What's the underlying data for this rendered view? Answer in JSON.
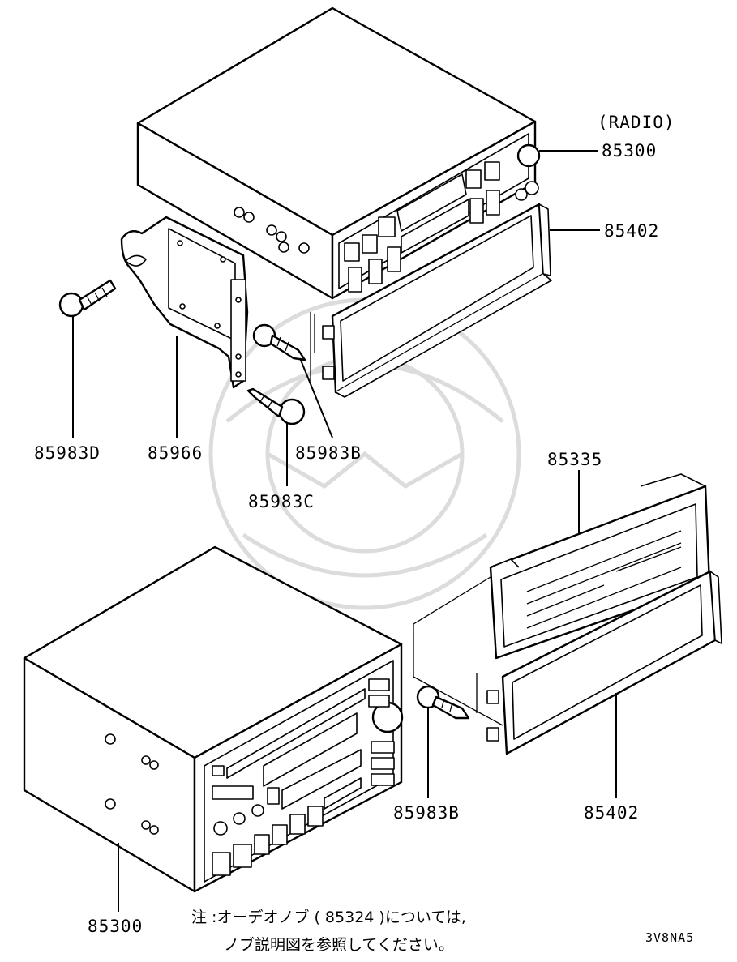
{
  "labels": {
    "radio": "(RADIO)",
    "p85300_top": "85300",
    "p85402_top": "85402",
    "p85983d": "85983D",
    "p85966": "85966",
    "p85983b_top": "85983B",
    "p85983c": "85983C",
    "p85335": "85335",
    "p85983b_bottom": "85983B",
    "p85402_bottom": "85402",
    "p85300_bottom": "85300"
  },
  "note": {
    "line1": "注 :オーデオノブ (  85324  )については,",
    "line2": "ノブ説明図を参照してください。"
  },
  "diagram_code": "3V8NA5"
}
